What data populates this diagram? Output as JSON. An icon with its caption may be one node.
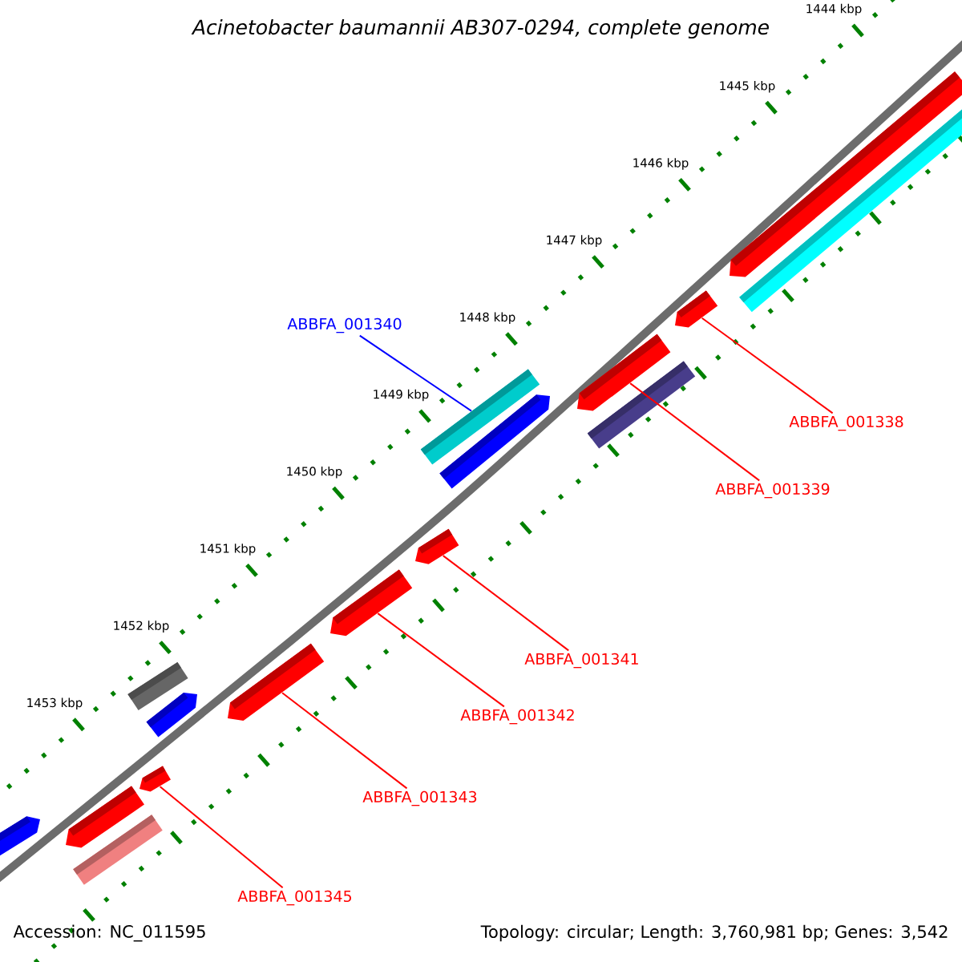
{
  "diagram": {
    "title": "Acinetobacter baumannii AB307-0294, complete genome",
    "nodes": [
      {
        "text": [
          "ABBFA_001340"
        ]
      },
      {
        "text": [
          "ABBFA_001338"
        ]
      },
      {
        "text": [
          "ABBFA_001339"
        ]
      },
      {
        "text": [
          "ABBFA_001341"
        ]
      },
      {
        "text": [
          "ABBFA_001342"
        ]
      },
      {
        "text": [
          "ABBFA_001343"
        ]
      },
      {
        "text": [
          "ABBFA_001345"
        ]
      },
      {
        "text": [],
        "shape": "bar"
      },
      {
        "text": [],
        "shape": "bar"
      },
      {
        "text": [],
        "shape": "bar"
      },
      {
        "text": [],
        "shape": "bar"
      },
      {
        "text": [],
        "shape": "bar"
      },
      {
        "text": [],
        "shape": "bar"
      },
      {
        "text": [],
        "shape": "bar"
      },
      {
        "text": [],
        "shape": "bar"
      },
      {
        "text": [],
        "shape": "bar"
      },
      {
        "text": [],
        "shape": "bar"
      },
      {
        "text": [],
        "shape": "bar"
      },
      {
        "text": [],
        "shape": "bar"
      },
      {
        "text": [],
        "shape": "bar"
      },
      {
        "text": [],
        "shape": "bar"
      },
      {
        "text": [],
        "shape": "bar"
      },
      {
        "text": [],
        "shape": "bar"
      }
    ],
    "edges": [
      {
        "from": 0,
        "to": 12,
        "arrow": "none",
        "color": "#0000ff"
      },
      {
        "from": 1,
        "to": 9,
        "arrow": "none"
      },
      {
        "from": 2,
        "to": 10,
        "arrow": "none"
      },
      {
        "from": 3,
        "to": 14,
        "arrow": "none"
      },
      {
        "from": 4,
        "to": 15,
        "arrow": "none"
      },
      {
        "from": 5,
        "to": 17,
        "arrow": "none"
      },
      {
        "from": 6,
        "to": 19,
        "arrow": "none"
      }
    ],
    "labels": [
      "1444 kbp",
      "1445 kbp",
      "1446 kbp",
      "1447 kbp",
      "1448 kbp",
      "1449 kbp",
      "1450 kbp",
      "1451 kbp",
      "1452 kbp",
      "1453 kbp",
      "Accession: NC_011595",
      "Topology: circular; Length: 3,760,981 bp; Genes: 3,542"
    ]
  }
}
